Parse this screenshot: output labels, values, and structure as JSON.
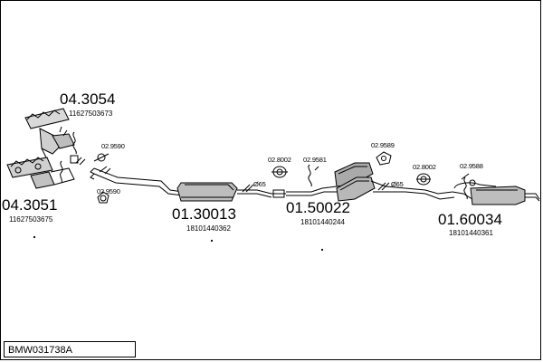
{
  "title_code": "BMW031738A",
  "parts": [
    {
      "id": "p1",
      "number": "04.3054",
      "oem": "11627503673"
    },
    {
      "id": "p2",
      "number": "04.3051",
      "oem": "11627503675"
    },
    {
      "id": "p3",
      "number": "01.30013",
      "oem": "18101440362"
    },
    {
      "id": "p4",
      "number": "01.50022",
      "oem": "18101440244"
    },
    {
      "id": "p5",
      "number": "01.60034",
      "oem": "18101440361"
    }
  ],
  "small_parts": [
    "02.9590",
    "02.9590",
    "02.8002",
    "02.9581",
    "02.9589",
    "02.8002",
    "02.9588"
  ],
  "diameters": [
    "Ø65",
    "Ø65"
  ],
  "icons": {
    "catalyst": "catalyst-icon",
    "muffler": "muffler-icon",
    "clamp": "clamp-icon",
    "hanger": "rubber-hanger-icon",
    "gasket": "gasket-icon"
  }
}
